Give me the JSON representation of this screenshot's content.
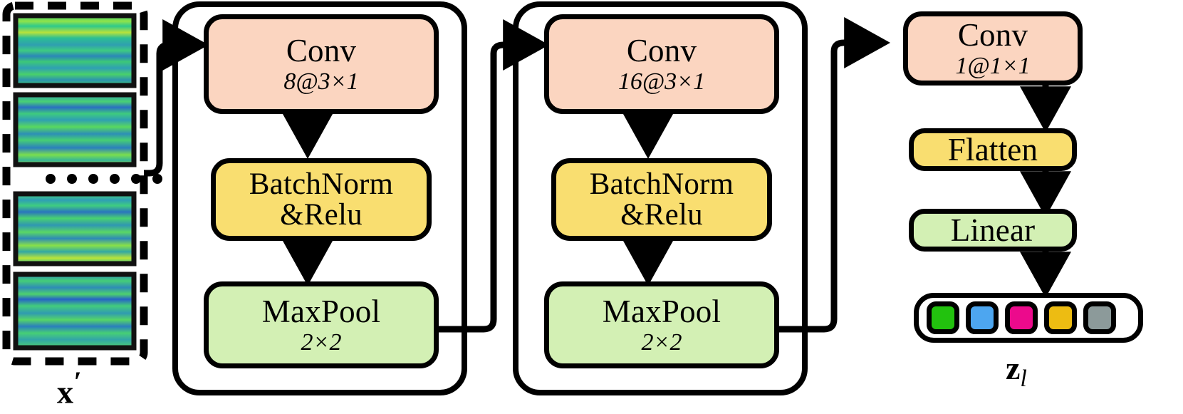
{
  "figure": {
    "type": "neural-network-architecture-diagram",
    "title": "CNN encoder block diagram"
  },
  "input": {
    "label": "x",
    "prime": "′",
    "caption_full": "x′",
    "description": "stack of spectrogram-like heatmap images inside a dashed box",
    "heatmap_count_shown": 4,
    "ellipsis_dots": 6,
    "colormap": "viridis-green"
  },
  "blocks": [
    {
      "id": "block-1",
      "layers": [
        {
          "name": "Conv",
          "sub": "8@3×1",
          "color": "#FBD5C0",
          "kind": "conv"
        },
        {
          "name": "BatchNorm",
          "name2": "&Relu",
          "sub": "",
          "color": "#F9DE70",
          "kind": "bn"
        },
        {
          "name": "MaxPool",
          "sub": "2×2",
          "color": "#D3F0B4",
          "kind": "pool"
        }
      ]
    },
    {
      "id": "block-2",
      "layers": [
        {
          "name": "Conv",
          "sub": "16@3×1",
          "color": "#FBD5C0",
          "kind": "conv"
        },
        {
          "name": "BatchNorm",
          "name2": "&Relu",
          "sub": "",
          "color": "#F9DE70",
          "kind": "bn"
        },
        {
          "name": "MaxPool",
          "sub": "2×2",
          "color": "#D3F0B4",
          "kind": "pool"
        }
      ]
    }
  ],
  "head": {
    "conv": {
      "name": "Conv",
      "sub": "1@1×1",
      "color": "#FBD5C0"
    },
    "flatten": {
      "name": "Flatten",
      "color": "#F9DE70"
    },
    "linear": {
      "name": "Linear",
      "color": "#D3F0B4"
    }
  },
  "output": {
    "label": "z",
    "subscript": "l",
    "caption_full": "z_l",
    "swatches": [
      {
        "name": "feature-green",
        "color": "#22C20E"
      },
      {
        "name": "feature-blue",
        "color": "#4DA6F0"
      },
      {
        "name": "feature-magenta",
        "color": "#EC0A8C"
      },
      {
        "name": "feature-gold",
        "color": "#EDBC12"
      },
      {
        "name": "feature-gray",
        "color": "#8C9A9A"
      }
    ]
  },
  "palette": {
    "conv_fill": "#FBD5C0",
    "bn_fill": "#F9DE70",
    "pool_fill": "#D3F0B4",
    "stroke": "#000000",
    "background": "#FFFFFF"
  }
}
